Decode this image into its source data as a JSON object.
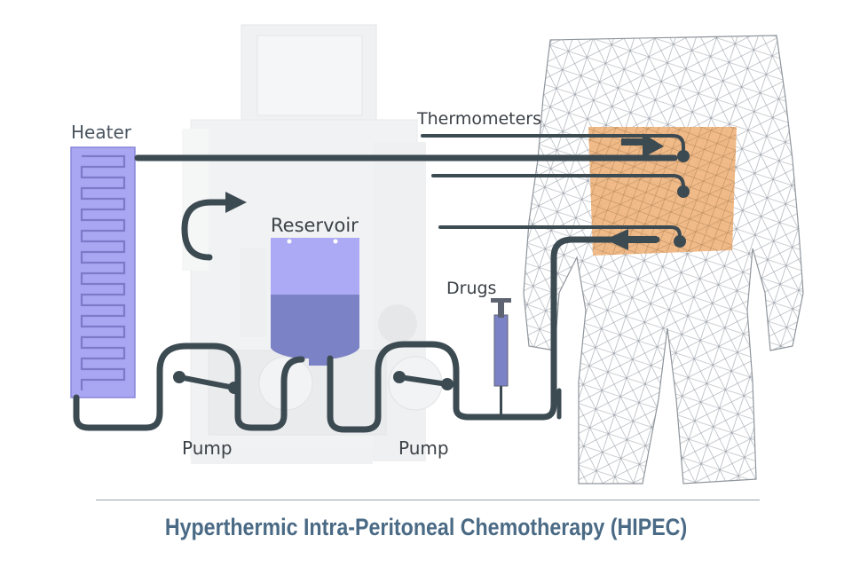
{
  "labels": {
    "heater": "Heater",
    "thermometers": "Thermometers",
    "reservoir": "Reservoir",
    "drugs": "Drugs",
    "pump_left": "Pump",
    "pump_right": "Pump"
  },
  "caption": "Hyperthermic Intra-Peritoneal Chemotherapy (HIPEC)",
  "colors": {
    "tube": "#3c4a52",
    "heater_fill": "#a9a6f2",
    "reservoir_top": "#adaaf5",
    "reservoir_bottom": "#7c82c6",
    "abdomen": "#f0b47c",
    "caption": "#4a6a85"
  },
  "icons": [
    "heater-coil-icon",
    "reservoir-bag-icon",
    "syringe-icon",
    "pump-rotor-icon",
    "thermometer-probe-icon",
    "flow-arrow-icon"
  ]
}
